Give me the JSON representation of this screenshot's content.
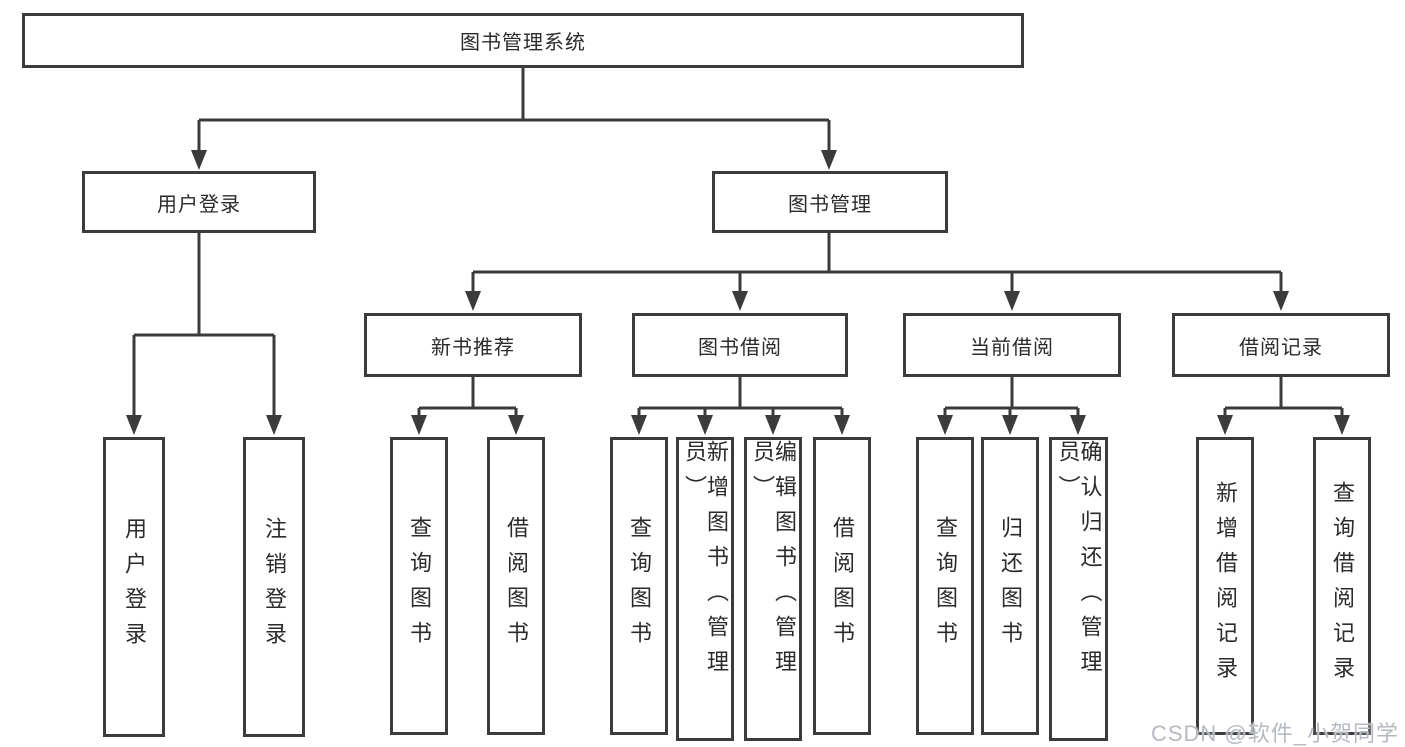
{
  "diagram": {
    "type": "hierarchy-tree",
    "title": "图书管理系统",
    "watermark": "CSDN @软件_小贺同学",
    "colors": {
      "line": "#3b3b3b",
      "box_border": "#3b3b3b",
      "box_fill": "#ffffff",
      "text": "#2b2b2b",
      "watermark": "#b5bac1",
      "background": "#ffffff"
    },
    "nodes": {
      "root": {
        "label": "图书管理系统"
      },
      "user_login": {
        "label": "用户登录",
        "children": [
          {
            "label": "用户登录"
          },
          {
            "label": "注销登录"
          }
        ]
      },
      "book_management": {
        "label": "图书管理",
        "children": [
          {
            "label": "新书推荐",
            "children": [
              {
                "label": "查询图书"
              },
              {
                "label": "借阅图书"
              }
            ]
          },
          {
            "label": "图书借阅",
            "children": [
              {
                "label": "查询图书"
              },
              {
                "label": "新增图书（管理员）"
              },
              {
                "label": "编辑图书（管理员）"
              },
              {
                "label": "借阅图书"
              }
            ]
          },
          {
            "label": "当前借阅",
            "children": [
              {
                "label": "查询图书"
              },
              {
                "label": "归还图书"
              },
              {
                "label": "确认归还（管理员）"
              }
            ]
          },
          {
            "label": "借阅记录",
            "children": [
              {
                "label": "新增借阅记录"
              },
              {
                "label": "查询借阅记录"
              }
            ]
          }
        ]
      }
    }
  }
}
